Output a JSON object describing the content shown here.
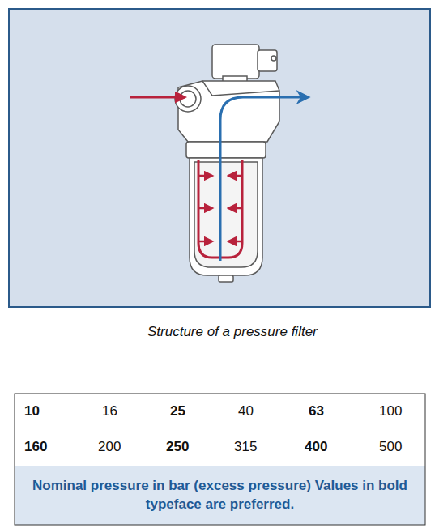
{
  "diagram": {
    "caption": "Structure of a pressure filter",
    "labels": [
      "10",
      "16",
      "25",
      "40",
      "63",
      "100",
      "160",
      "200",
      "250",
      "315",
      "400",
      "500",
      "Nominal pressure in bar (excess pressure) Values in bold typeface are preferred."
    ]
  }
}
